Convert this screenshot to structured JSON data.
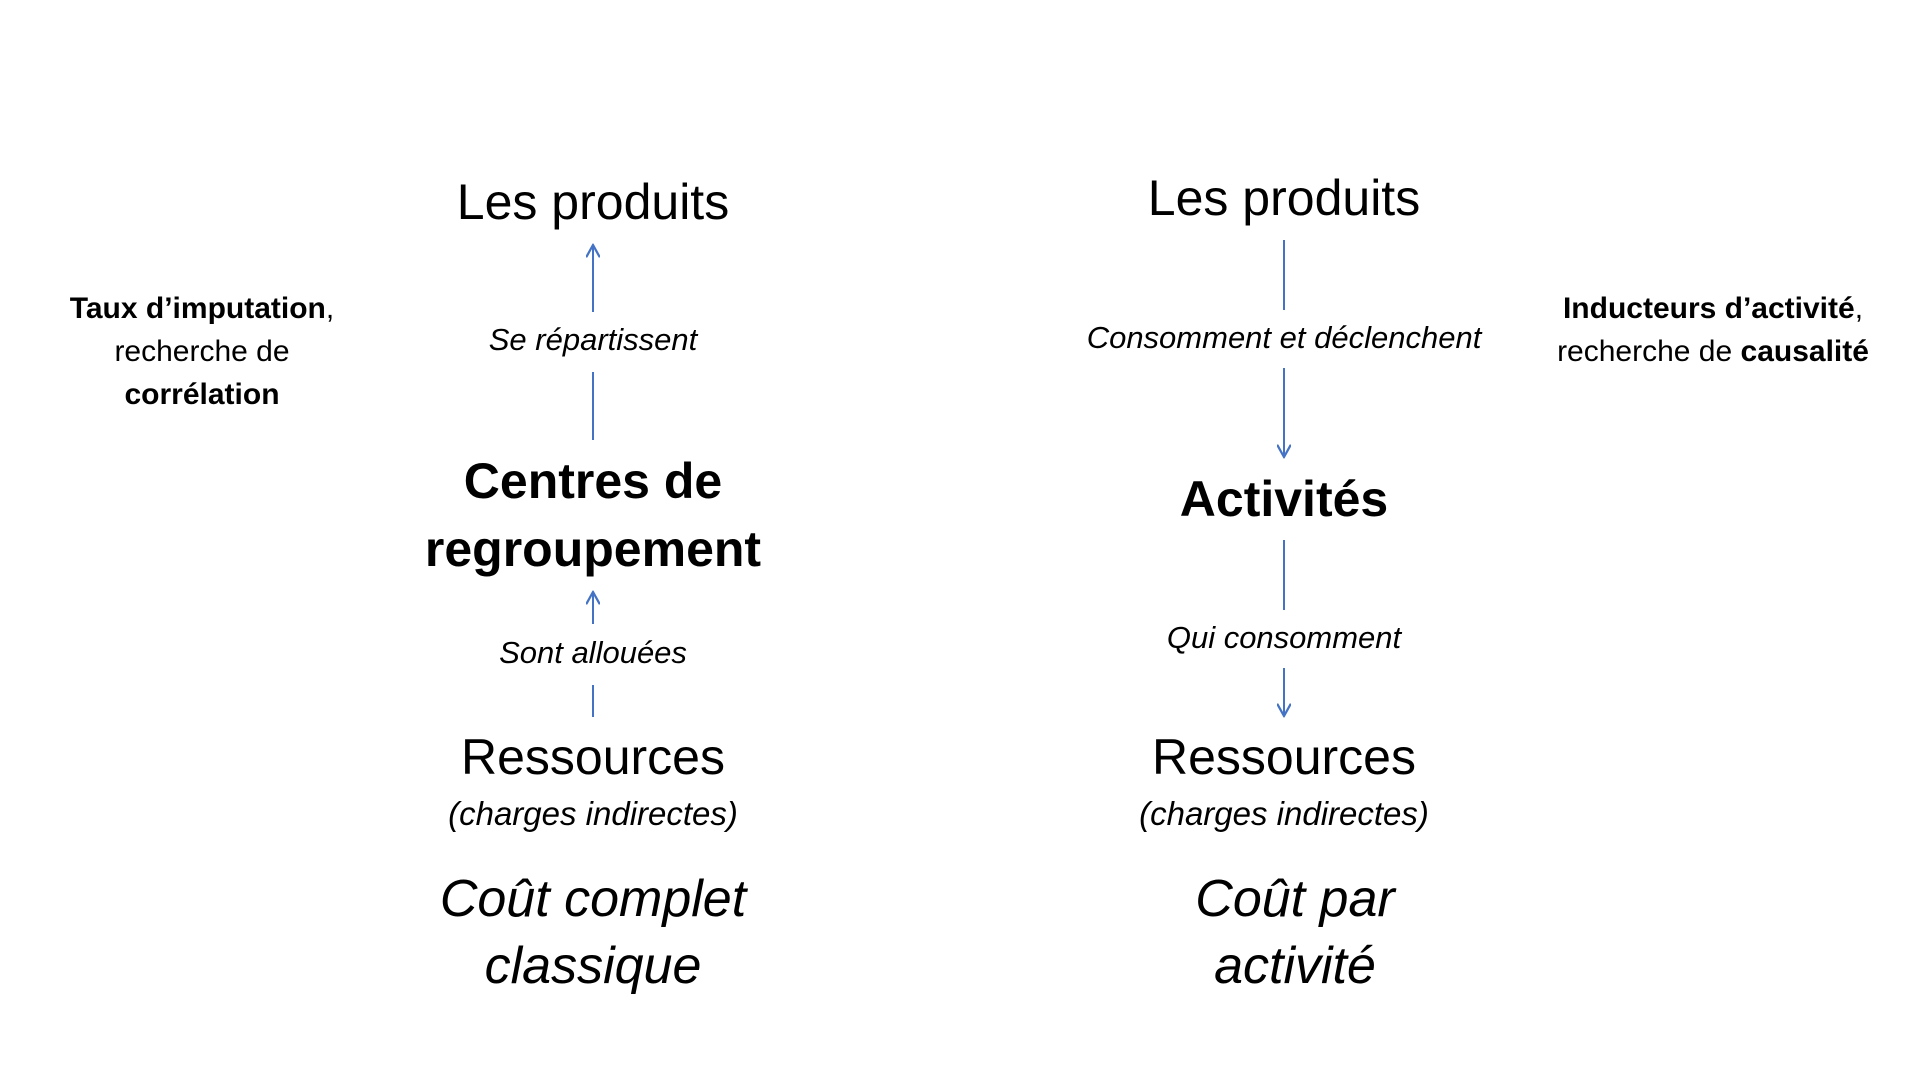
{
  "accent_color": "#4472C4",
  "left": {
    "top_label": "Les produits",
    "upper_arrow_label": "Se répartissent",
    "middle_line1": "Centres de",
    "middle_line2": "regroupement",
    "lower_arrow_label": "Sont allouées",
    "bottom_label": "Ressources",
    "bottom_sub": "(charges indirectes)",
    "cost_line1": "Coût complet",
    "cost_line2": "classique",
    "side_bold1": "Taux d’imputation",
    "side_comma": ",",
    "side_line2": "recherche de",
    "side_bold3": "corrélation"
  },
  "right": {
    "top_label": "Les produits",
    "upper_arrow_label": "Consomment et déclenchent",
    "middle_label": "Activités",
    "lower_arrow_label": "Qui consomment",
    "bottom_label": "Ressources",
    "bottom_sub": "(charges indirectes)",
    "cost_line1": "Coût par",
    "cost_line2": "activité",
    "side_bold1": "Inducteurs d’activité",
    "side_comma": ",",
    "side_line2_prefix": "recherche de ",
    "side_bold2": "causalité"
  }
}
